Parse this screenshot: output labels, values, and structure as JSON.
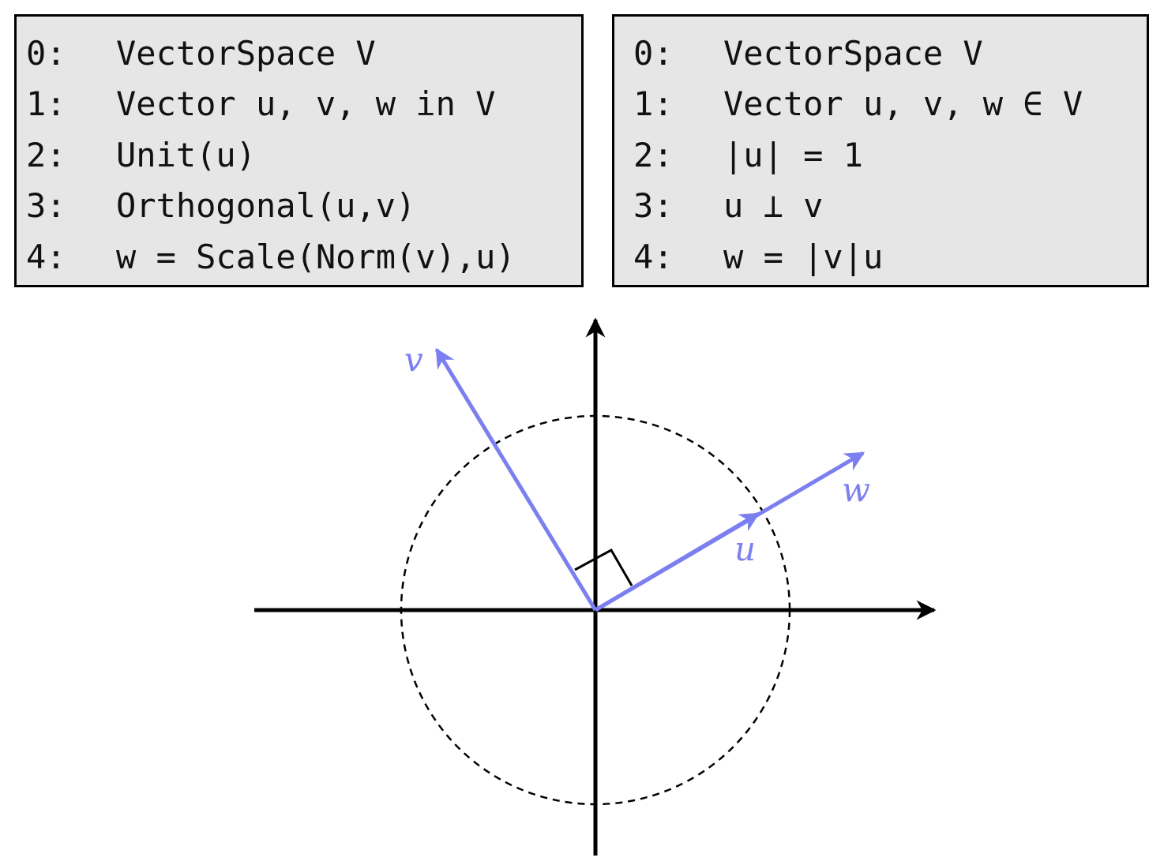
{
  "left_box": {
    "lines": [
      {
        "num": "0:",
        "code": "VectorSpace V"
      },
      {
        "num": "1:",
        "code": "Vector u, v, w in V"
      },
      {
        "num": "2:",
        "code": "Unit(u)"
      },
      {
        "num": "3:",
        "code": "Orthogonal(u,v)"
      },
      {
        "num": "4:",
        "code": "w = Scale(Norm(v),u)"
      }
    ]
  },
  "right_box": {
    "lines": [
      {
        "num": "0:",
        "code": "VectorSpace V"
      },
      {
        "num": "1:",
        "code": "Vector u, v, w ∈ V"
      },
      {
        "num": "2:",
        "code": "|u| = 1"
      },
      {
        "num": "3:",
        "code": "u ⊥ v"
      },
      {
        "num": "4:",
        "code": "w = |v|u"
      }
    ]
  },
  "diagram": {
    "vector_color": "#7b7ff0",
    "axis_color": "#000000",
    "labels": {
      "v": "v",
      "u": "u",
      "w": "w"
    }
  }
}
